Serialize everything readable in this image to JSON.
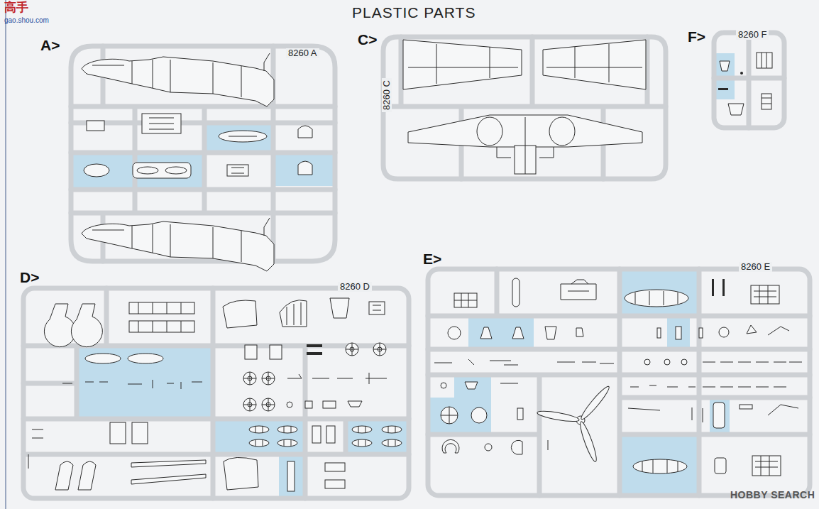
{
  "diagram": {
    "title": "PLASTIC PARTS",
    "nodes": [
      {
        "text": [
          "A>",
          "8260 A"
        ]
      },
      {
        "text": [
          "C>",
          "8260 C"
        ]
      },
      {
        "text": [
          "F>",
          "8260 F"
        ]
      },
      {
        "text": [
          "D>",
          "8260 D"
        ]
      },
      {
        "text": [
          "E>",
          "8260 E"
        ]
      }
    ],
    "labels": [
      "高手",
      "gao.shou.com",
      "HOBBY SEARCH"
    ]
  }
}
